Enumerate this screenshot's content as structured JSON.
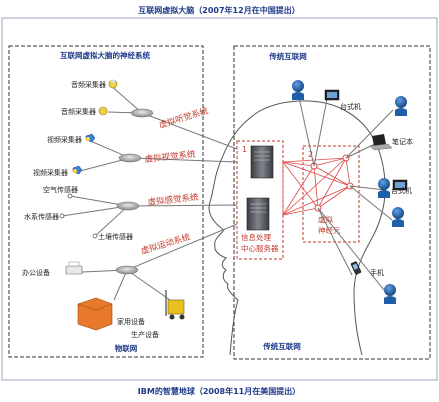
{
  "title_top": "互联网虚拟大脑（2007年12月在中国提出）",
  "title_bottom": "IBM的智慧地球（2008年11月在美国提出）",
  "left_panel": {
    "header": "互联网虚拟大脑的神经系统",
    "footer": "物联网",
    "sensors": {
      "audio_1": "音频采集器",
      "audio_2": "音频采集器",
      "video_1": "视频采集器",
      "video_2": "视频采集器",
      "air": "空气传感器",
      "water": "水系传感器",
      "soil": "土壤传感器",
      "office": "办公设备",
      "home": "家用设备",
      "production": "生产设备"
    }
  },
  "right_panel": {
    "header": "传统互联网",
    "footer": "传统互联网",
    "devices": {
      "desktop_1": "台式机",
      "laptop": "笔记本",
      "desktop_2": "台式机",
      "phone": "手机"
    }
  },
  "systems": {
    "hearing": "虚拟听觉系统",
    "vision": "虚拟视觉系统",
    "sensation": "虚拟感觉系统",
    "motion": "虚拟运动系统"
  },
  "server_label_1": "1",
  "server_label_2": "2",
  "server_caption": [
    "信息处理",
    "中心服务器"
  ],
  "neuron_caption": [
    "虚拟",
    "神经元"
  ],
  "colors": {
    "title_blue": "#1f3a8a",
    "system_red": "#c0392b",
    "neuron_red": "#e04848",
    "server_gray": "#5a5e64",
    "person_blue": "#1e5fa8"
  }
}
